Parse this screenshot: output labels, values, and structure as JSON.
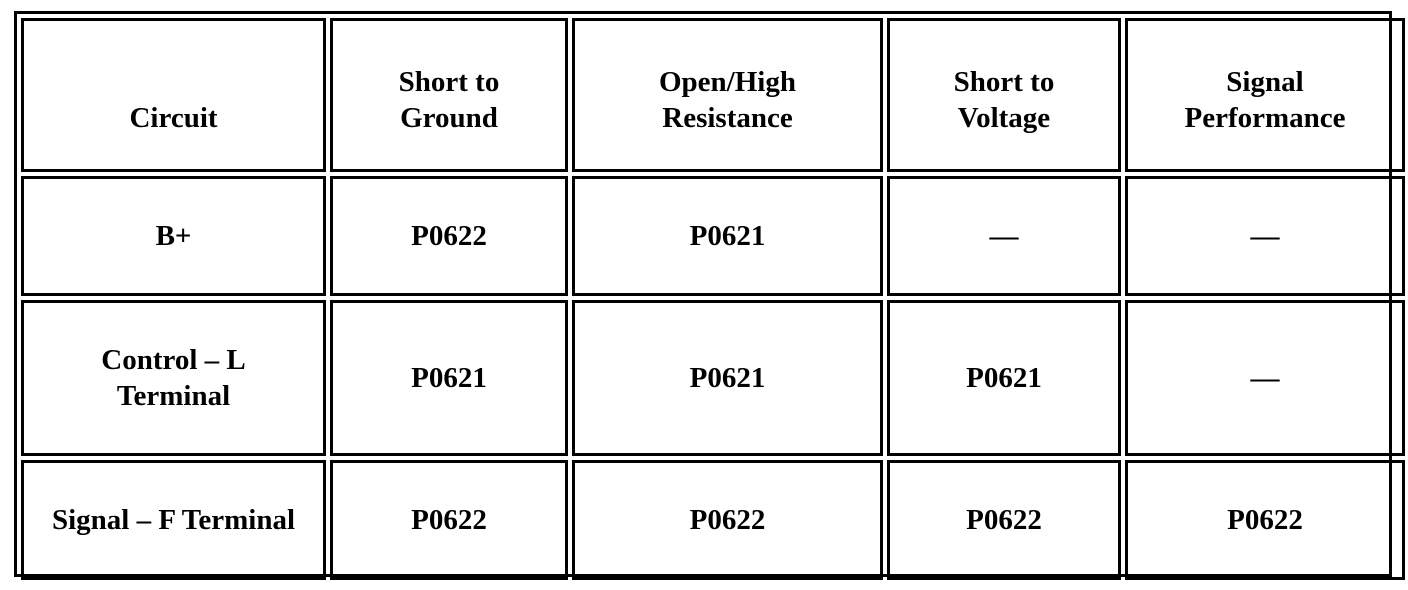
{
  "table": {
    "headers": [
      "Circuit",
      "Short to\nGround",
      "Open/High\nResistance",
      "Short to\nVoltage",
      "Signal\nPerformance"
    ],
    "rows": [
      [
        "B+",
        "P0622",
        "P0621",
        "—",
        "—"
      ],
      [
        "Control – L\nTerminal",
        "P0621",
        "P0621",
        "P0621",
        "—"
      ],
      [
        "Signal – F Terminal",
        "P0622",
        "P0622",
        "P0622",
        "P0622"
      ]
    ]
  }
}
